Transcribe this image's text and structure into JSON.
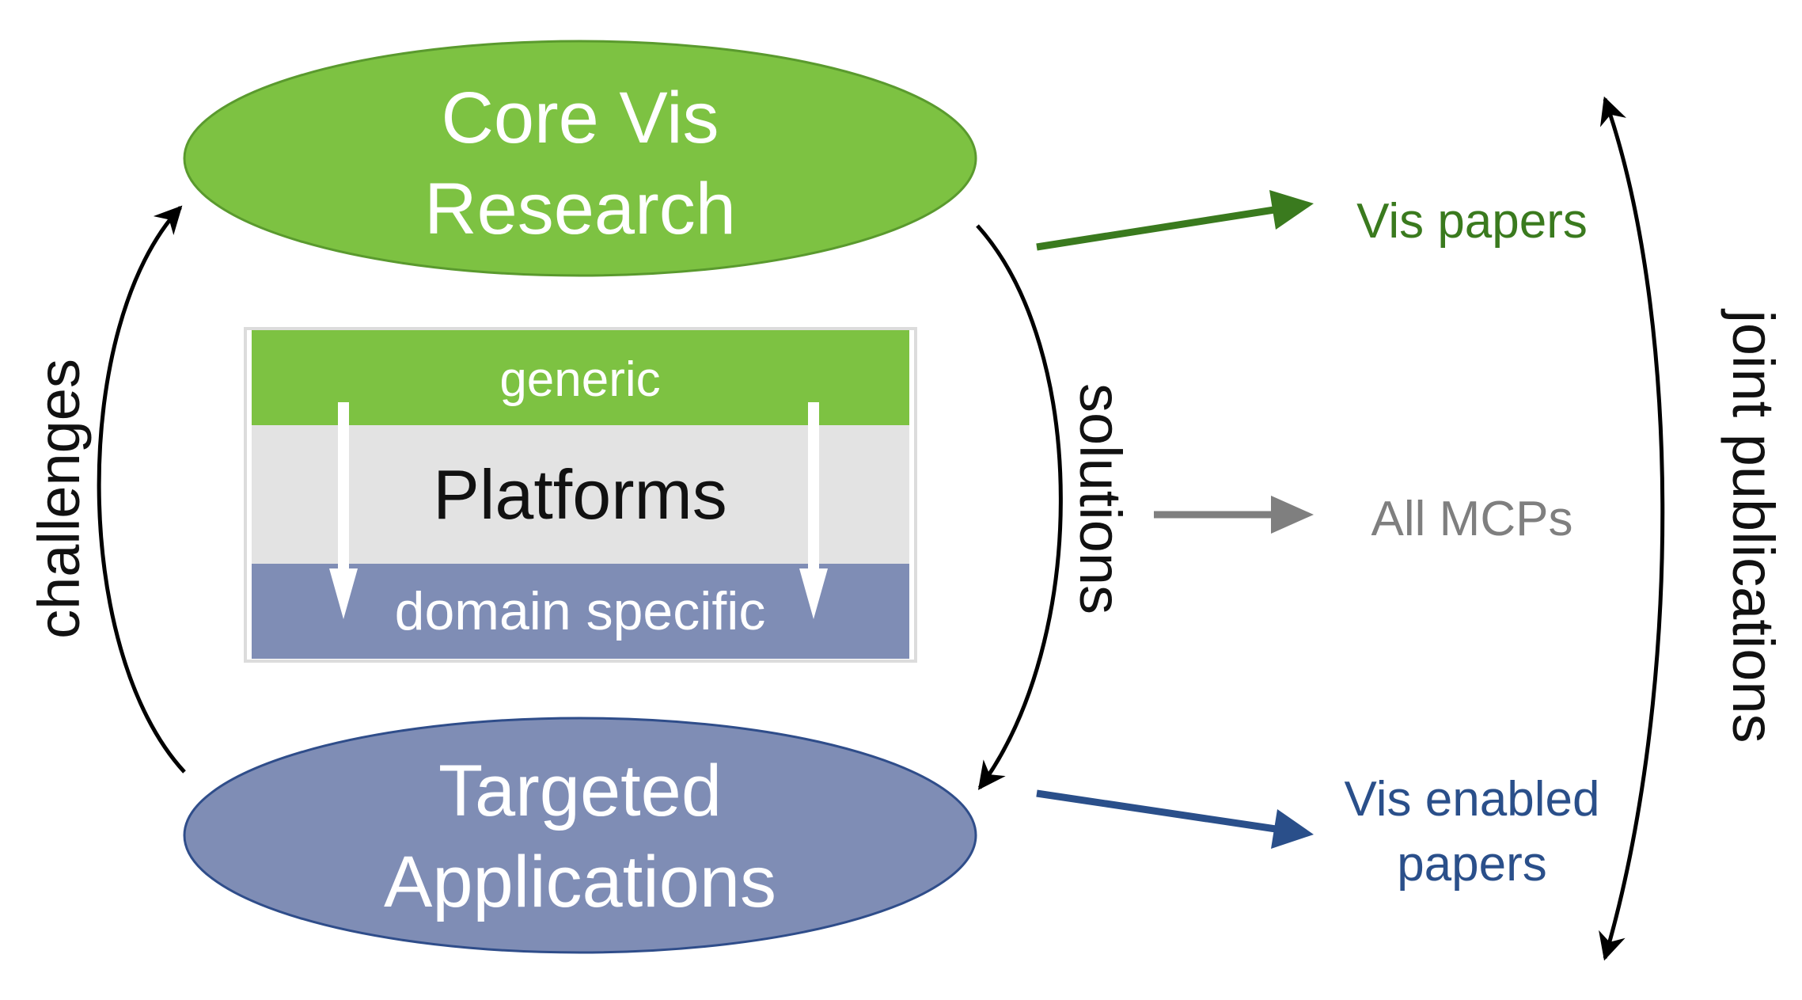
{
  "core": {
    "line1": "Core Vis",
    "line2": "Research",
    "fill": "#7dc242",
    "stroke": "#5a9a2e"
  },
  "targeted": {
    "line1": "Targeted",
    "line2": "Applications",
    "fill": "#7f8db5",
    "stroke": "#2f4d8a"
  },
  "platforms": {
    "top_label": "generic",
    "middle_label": "Platforms",
    "bottom_label": "domain specific",
    "top_color": "#7dc242",
    "middle_color": "#e3e3e3",
    "bottom_color": "#7f8db5"
  },
  "left_label": "challenges",
  "center_right_label": "solutions",
  "far_right_label": "joint publications",
  "outputs": {
    "vis_papers": {
      "text": "Vis papers",
      "color": "#3a7a1e"
    },
    "all_mcps": {
      "text": "All MCPs",
      "color": "#7f7f7f"
    },
    "vis_enabled_line1": "Vis enabled",
    "vis_enabled_line2": "papers",
    "vis_enabled_color": "#2a4f8a"
  }
}
